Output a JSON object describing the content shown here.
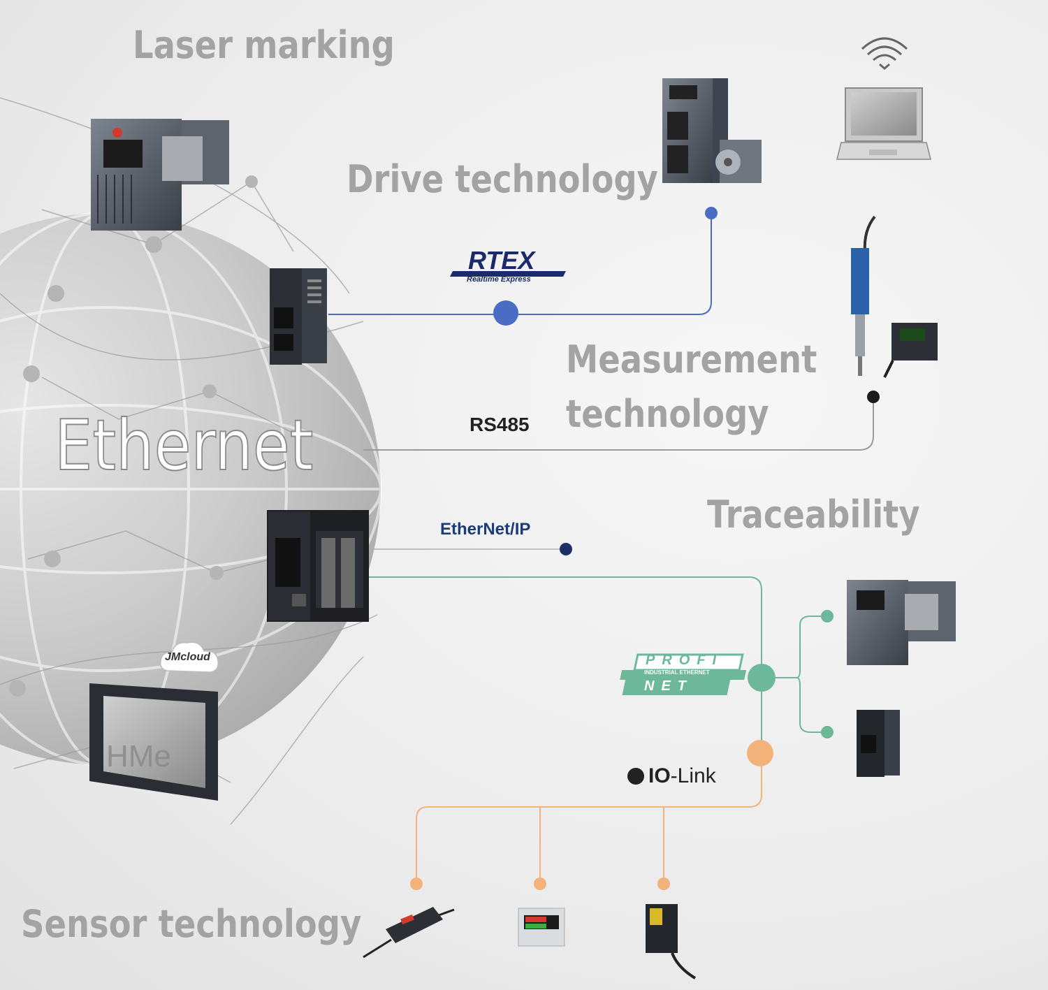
{
  "labels": {
    "laser_marking": "Laser marking",
    "drive_technology": "Drive technology",
    "measurement_line1": "Measurement",
    "measurement_line2": "technology",
    "traceability": "Traceability",
    "sensor_technology": "Sensor technology",
    "ethernet": "Ethernet",
    "rs485": "RS485"
  },
  "protocols": {
    "rtex": "RTEX",
    "rtex_sub": "Realtime Express",
    "ethernet_ip": "EtherNet/IP",
    "profinet_top": "PROFI",
    "profinet_middle": "INDUSTRIAL ETHERNET",
    "profinet_bottom": "NET",
    "io_link_bold": "IO",
    "io_link_rest": "-Link"
  },
  "badges": {
    "jmcloud": "JMcloud",
    "hmi_screen": "HMe"
  },
  "colors": {
    "rtex_line": "#4a6cc4",
    "rs485_line": "#9a9a9a",
    "ethernet_ip_line": "#b0b0b0",
    "ethernet_ip_dot": "#1e2f66",
    "profinet_line": "#6db89a",
    "io_link_line": "#f2b27a",
    "label_gray": "#a3a3a3"
  }
}
